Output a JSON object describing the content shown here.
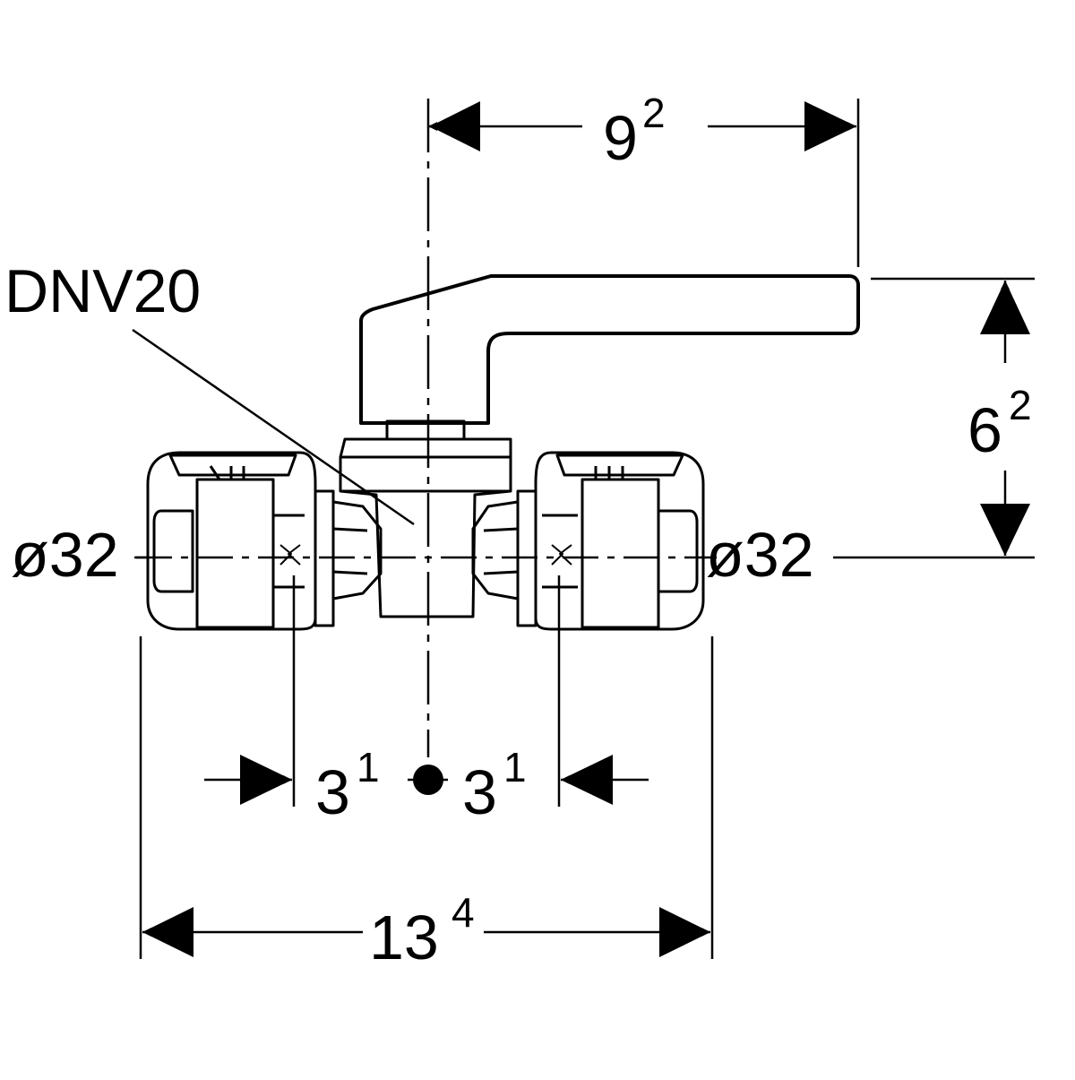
{
  "component": {
    "label": "DNV20"
  },
  "dimensions": {
    "handle_length": {
      "main": "9",
      "sup": "2"
    },
    "handle_height": {
      "main": "6",
      "sup": "2"
    },
    "left_offset": {
      "main": "3",
      "sup": "1"
    },
    "right_offset": {
      "main": "3",
      "sup": "1"
    },
    "overall_length": {
      "main": "13",
      "sup": "4"
    }
  },
  "connections": {
    "left_diameter": "ø32",
    "right_diameter": "ø32"
  },
  "colors": {
    "line": "#000000",
    "background": "#ffffff"
  }
}
